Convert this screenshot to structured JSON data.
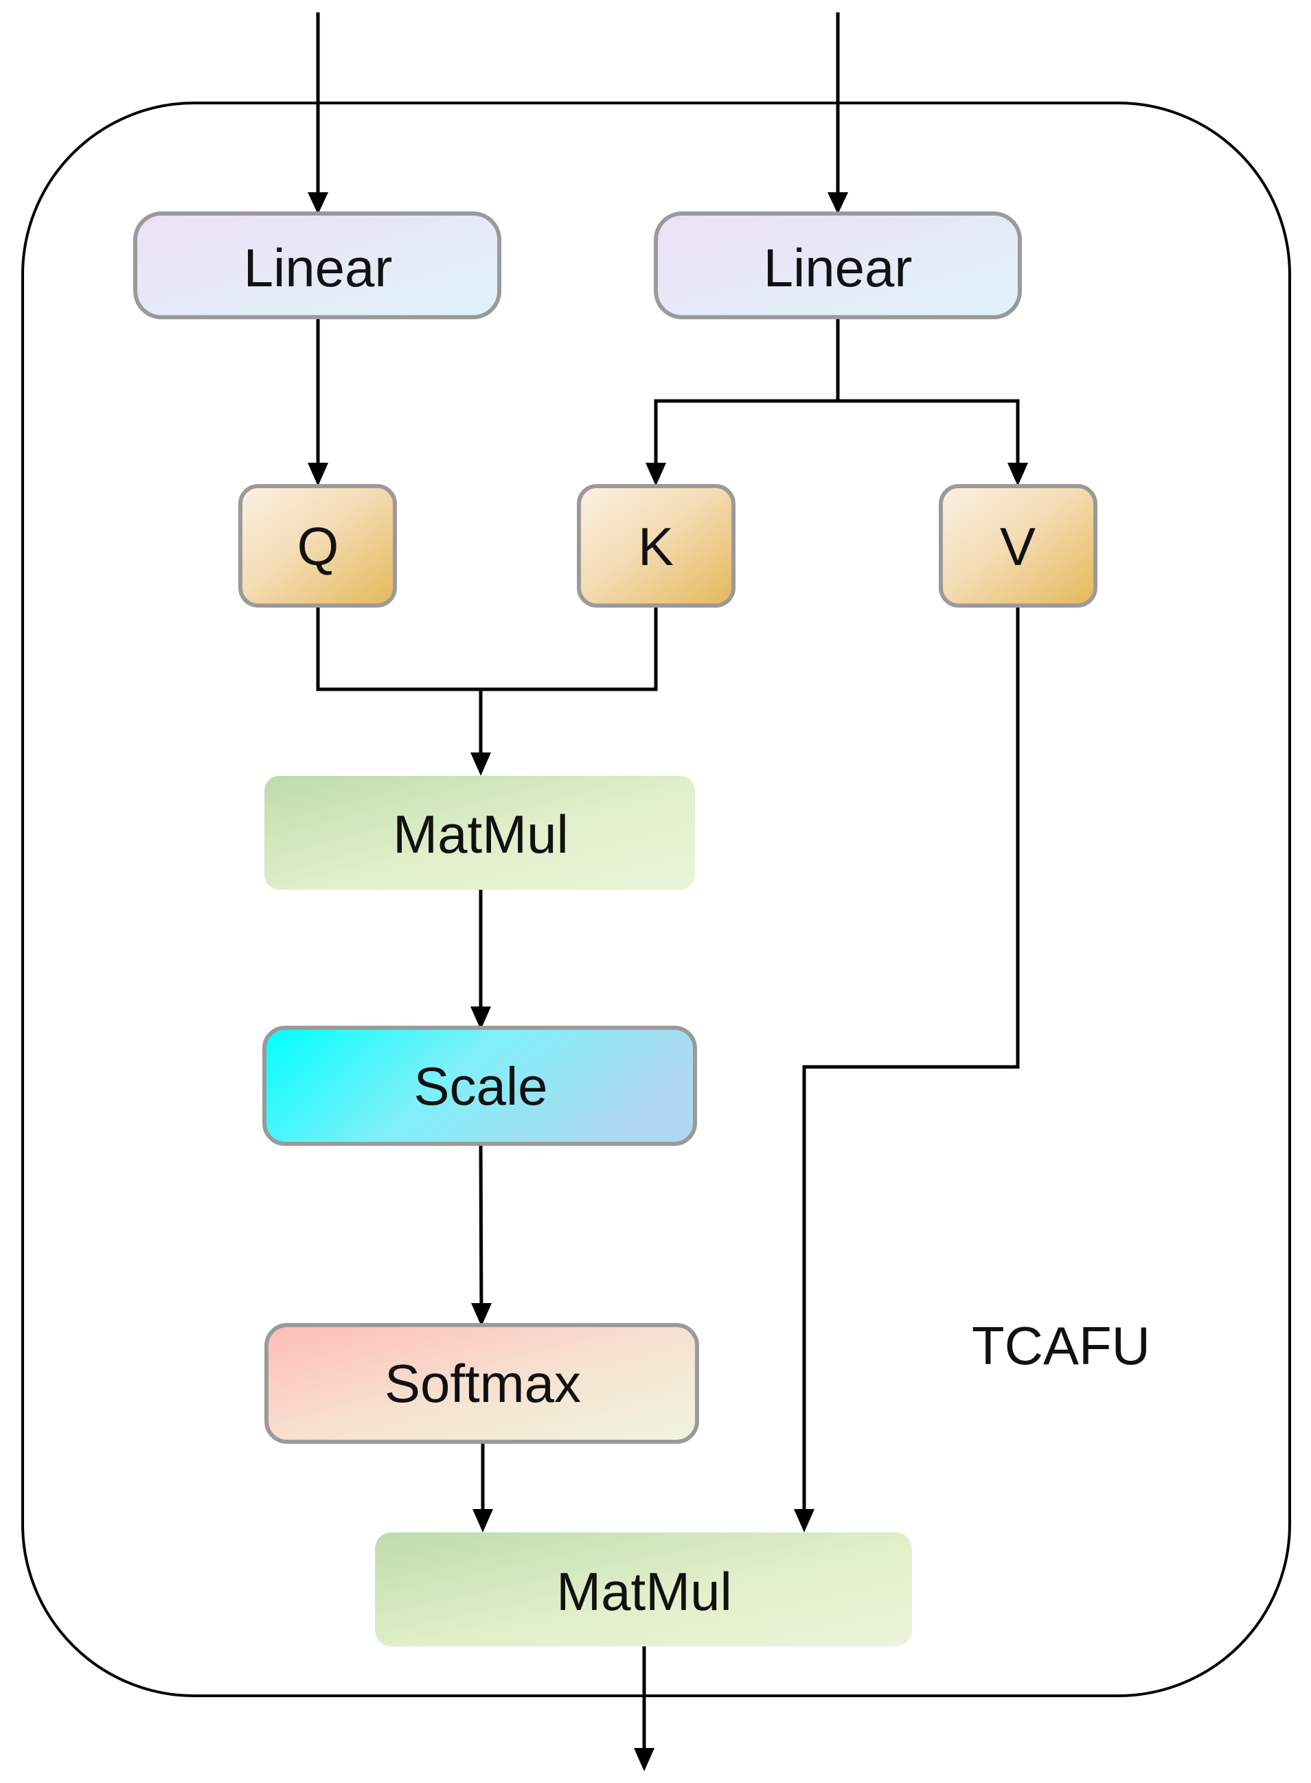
{
  "nodes": {
    "linear_q": {
      "label": "Linear"
    },
    "linear_kv": {
      "label": "Linear"
    },
    "q": {
      "label": "Q"
    },
    "k": {
      "label": "K"
    },
    "v": {
      "label": "V"
    },
    "matmul_1": {
      "label": "MatMul"
    },
    "scale": {
      "label": "Scale"
    },
    "softmax": {
      "label": "Softmax"
    },
    "matmul_2": {
      "label": "MatMul"
    }
  },
  "module_label": "TCAFU",
  "colors": {
    "linear_gradient": [
      "#ece0f6",
      "#dff3f9"
    ],
    "qkv_gradient": [
      "#fbf1e3",
      "#e4b85a"
    ],
    "matmul_gradient": [
      "#bcdcaa",
      "#ebf4d8"
    ],
    "scale_gradient": [
      "#00ffff",
      "#aed8ef"
    ],
    "softmax_gradient": [
      "#ffbcb6",
      "#eef5de"
    ],
    "node_border": "#9a9a9a",
    "line": "#000000"
  }
}
